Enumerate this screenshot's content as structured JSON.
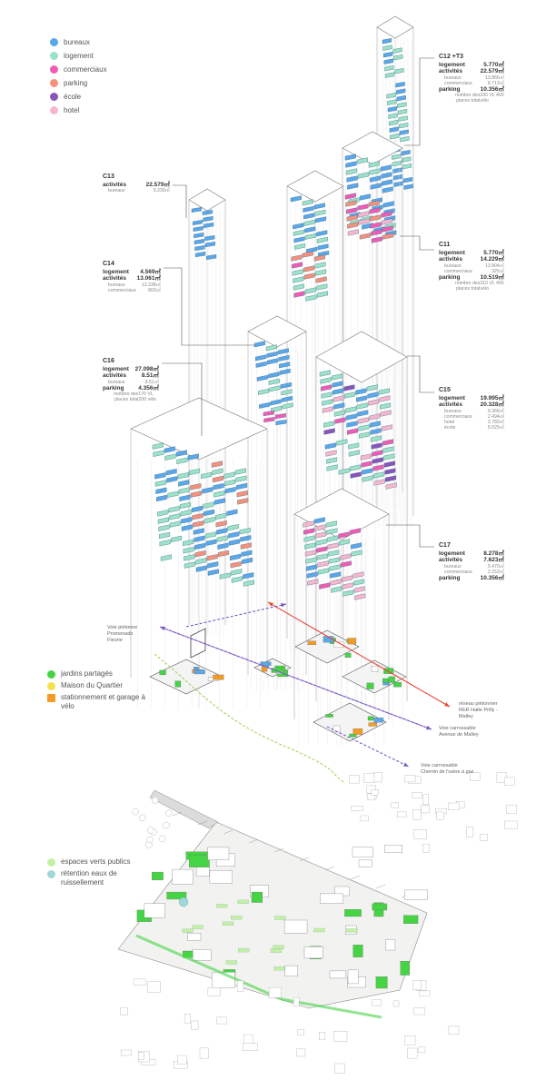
{
  "legend_program": [
    {
      "label": "bureaux",
      "color": "#5aa7ea"
    },
    {
      "label": "logement",
      "color": "#9be2c6"
    },
    {
      "label": "commerciaux",
      "color": "#f05cb4"
    },
    {
      "label": "parking",
      "color": "#f5907a"
    },
    {
      "label": "école",
      "color": "#8a55b8"
    },
    {
      "label": "hotel",
      "color": "#f7b6cc"
    }
  ],
  "legend_ground": [
    {
      "label": "jardins partagés",
      "color": "#44d444"
    },
    {
      "label": "Maison du Quartier",
      "color": "#f5e14c"
    },
    {
      "label": "stationnement et garage à vélo",
      "color": "#f59a24"
    }
  ],
  "legend_site": [
    {
      "label": "espaces verts publics",
      "color": "#c4f0a4"
    },
    {
      "label": "rétention eaux de ruissellement",
      "color": "#9fd6d6"
    }
  ],
  "labels": {
    "c12": {
      "name": "C12 +T3",
      "rows": [
        {
          "k": "logement",
          "v": "5.770㎡",
          "kind": "main"
        },
        {
          "k": "activités",
          "v": "22.579㎡",
          "kind": "main"
        },
        {
          "k": "bureaux",
          "v": "13.866㎡",
          "kind": "sub"
        },
        {
          "k": "commerciaux",
          "v": "8.713㎡",
          "kind": "sub"
        },
        {
          "k": "parking",
          "v": "10.356㎡",
          "kind": "main"
        },
        {
          "k": "nombre des places total",
          "v": "330 VL 400 vélo",
          "kind": "sub"
        }
      ]
    },
    "c13": {
      "name": "C13",
      "rows": [
        {
          "k": "activités",
          "v": "22.579㎡",
          "kind": "main"
        },
        {
          "k": "bureaux",
          "v": "5.230㎡",
          "kind": "sub"
        }
      ]
    },
    "c14": {
      "name": "C14",
      "rows": [
        {
          "k": "logement",
          "v": "4.569㎡",
          "kind": "main"
        },
        {
          "k": "activités",
          "v": "13.061㎡",
          "kind": "main"
        },
        {
          "k": "bureaux",
          "v": "12.238㎡",
          "kind": "sub"
        },
        {
          "k": "commerciaux",
          "v": "803㎡",
          "kind": "sub"
        }
      ]
    },
    "c11": {
      "name": "C11",
      "rows": [
        {
          "k": "logement",
          "v": "5.770㎡",
          "kind": "main"
        },
        {
          "k": "activités",
          "v": "14.229㎡",
          "kind": "main"
        },
        {
          "k": "bureaux",
          "v": "13.904㎡",
          "kind": "sub"
        },
        {
          "k": "commerciaux",
          "v": "325㎡",
          "kind": "sub"
        },
        {
          "k": "parking",
          "v": "10.519㎡",
          "kind": "main"
        },
        {
          "k": "nombre des places total",
          "v": "310 VL 400 vélo",
          "kind": "sub"
        }
      ]
    },
    "c16": {
      "name": "C16",
      "rows": [
        {
          "k": "logement",
          "v": "27.098㎡",
          "kind": "main"
        },
        {
          "k": "activités",
          "v": "8.51㎡",
          "kind": "main"
        },
        {
          "k": "bureaux",
          "v": "8.51㎡",
          "kind": "sub"
        },
        {
          "k": "parking",
          "v": "4.356㎡",
          "kind": "main"
        },
        {
          "k": "nombre des places total",
          "v": "170 VL 200 vélo",
          "kind": "sub"
        }
      ]
    },
    "c15": {
      "name": "C15",
      "rows": [
        {
          "k": "logement",
          "v": "19.995㎡",
          "kind": "main"
        },
        {
          "k": "activités",
          "v": "20.328㎡",
          "kind": "main"
        },
        {
          "k": "bureaux",
          "v": "9.366㎡",
          "kind": "sub"
        },
        {
          "k": "commerciaux",
          "v": "2.494㎡",
          "kind": "sub"
        },
        {
          "k": "hotel",
          "v": "3.783㎡",
          "kind": "sub"
        },
        {
          "k": "école",
          "v": "5.025㎡",
          "kind": "sub"
        }
      ]
    },
    "c17": {
      "name": "C17",
      "rows": [
        {
          "k": "logement",
          "v": "8.278㎡",
          "kind": "main"
        },
        {
          "k": "activités",
          "v": "7.623㎡",
          "kind": "main"
        },
        {
          "k": "bureaux",
          "v": "5.470㎡",
          "kind": "sub"
        },
        {
          "k": "commerciaux",
          "v": "2.153㎡",
          "kind": "sub"
        },
        {
          "k": "parking",
          "v": "10.356㎡",
          "kind": "main"
        }
      ]
    }
  },
  "notes": {
    "promenade": "Voie piétonne Promenade Fleurie",
    "reseau": "réseau piétonnier RER Halte Prilly - Malley",
    "malley": "Voie carrossable Avenue de Malley",
    "usine": "Voie carrossable Chemin de l'usine à gaz"
  }
}
